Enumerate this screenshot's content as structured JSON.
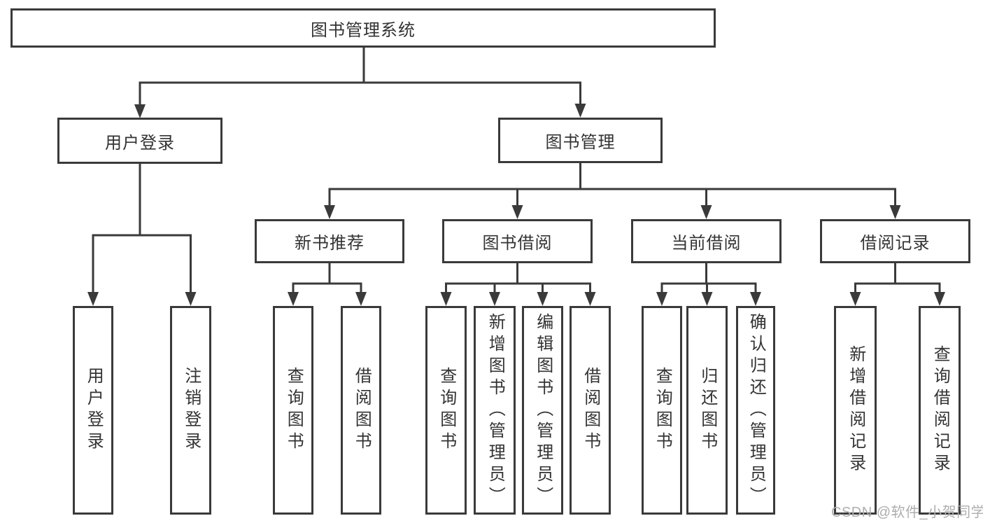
{
  "diagram": {
    "title": "图书管理系统",
    "root": {
      "id": "library-management-system",
      "label": "图书管理系统"
    },
    "level2": [
      {
        "id": "user-login",
        "label": "用户登录",
        "parent": "library-management-system"
      },
      {
        "id": "book-management",
        "label": "图书管理",
        "parent": "library-management-system"
      }
    ],
    "level3": [
      {
        "id": "new-book-recommendation",
        "label": "新书推荐",
        "parent": "book-management"
      },
      {
        "id": "book-borrowing",
        "label": "图书借阅",
        "parent": "book-management"
      },
      {
        "id": "current-borrowing",
        "label": "当前借阅",
        "parent": "book-management"
      },
      {
        "id": "borrowing-records",
        "label": "借阅记录",
        "parent": "book-management"
      }
    ],
    "leaves": [
      {
        "label": "用户登录",
        "parent": "user-login"
      },
      {
        "label": "注销登录",
        "parent": "user-login"
      },
      {
        "label": "查询图书",
        "parent": "new-book-recommendation"
      },
      {
        "label": "借阅图书",
        "parent": "new-book-recommendation"
      },
      {
        "label": "查询图书",
        "parent": "book-borrowing"
      },
      {
        "label": "新增图书（管理员）",
        "parent": "book-borrowing"
      },
      {
        "label": "编辑图书（管理员）",
        "parent": "book-borrowing"
      },
      {
        "label": "借阅图书",
        "parent": "book-borrowing"
      },
      {
        "label": "查询图书",
        "parent": "current-borrowing"
      },
      {
        "label": "归还图书",
        "parent": "current-borrowing"
      },
      {
        "label": "确认归还（管理员）",
        "parent": "current-borrowing"
      },
      {
        "label": "新增借阅记录",
        "parent": "borrowing-records"
      },
      {
        "label": "查询借阅记录",
        "parent": "borrowing-records"
      }
    ]
  },
  "watermark": {
    "text": "CSDN @软件_小贺同学"
  },
  "colors": {
    "line": "#3a3a3a",
    "text": "#333333",
    "background": "#ffffff",
    "watermark": "#aeaeae"
  }
}
